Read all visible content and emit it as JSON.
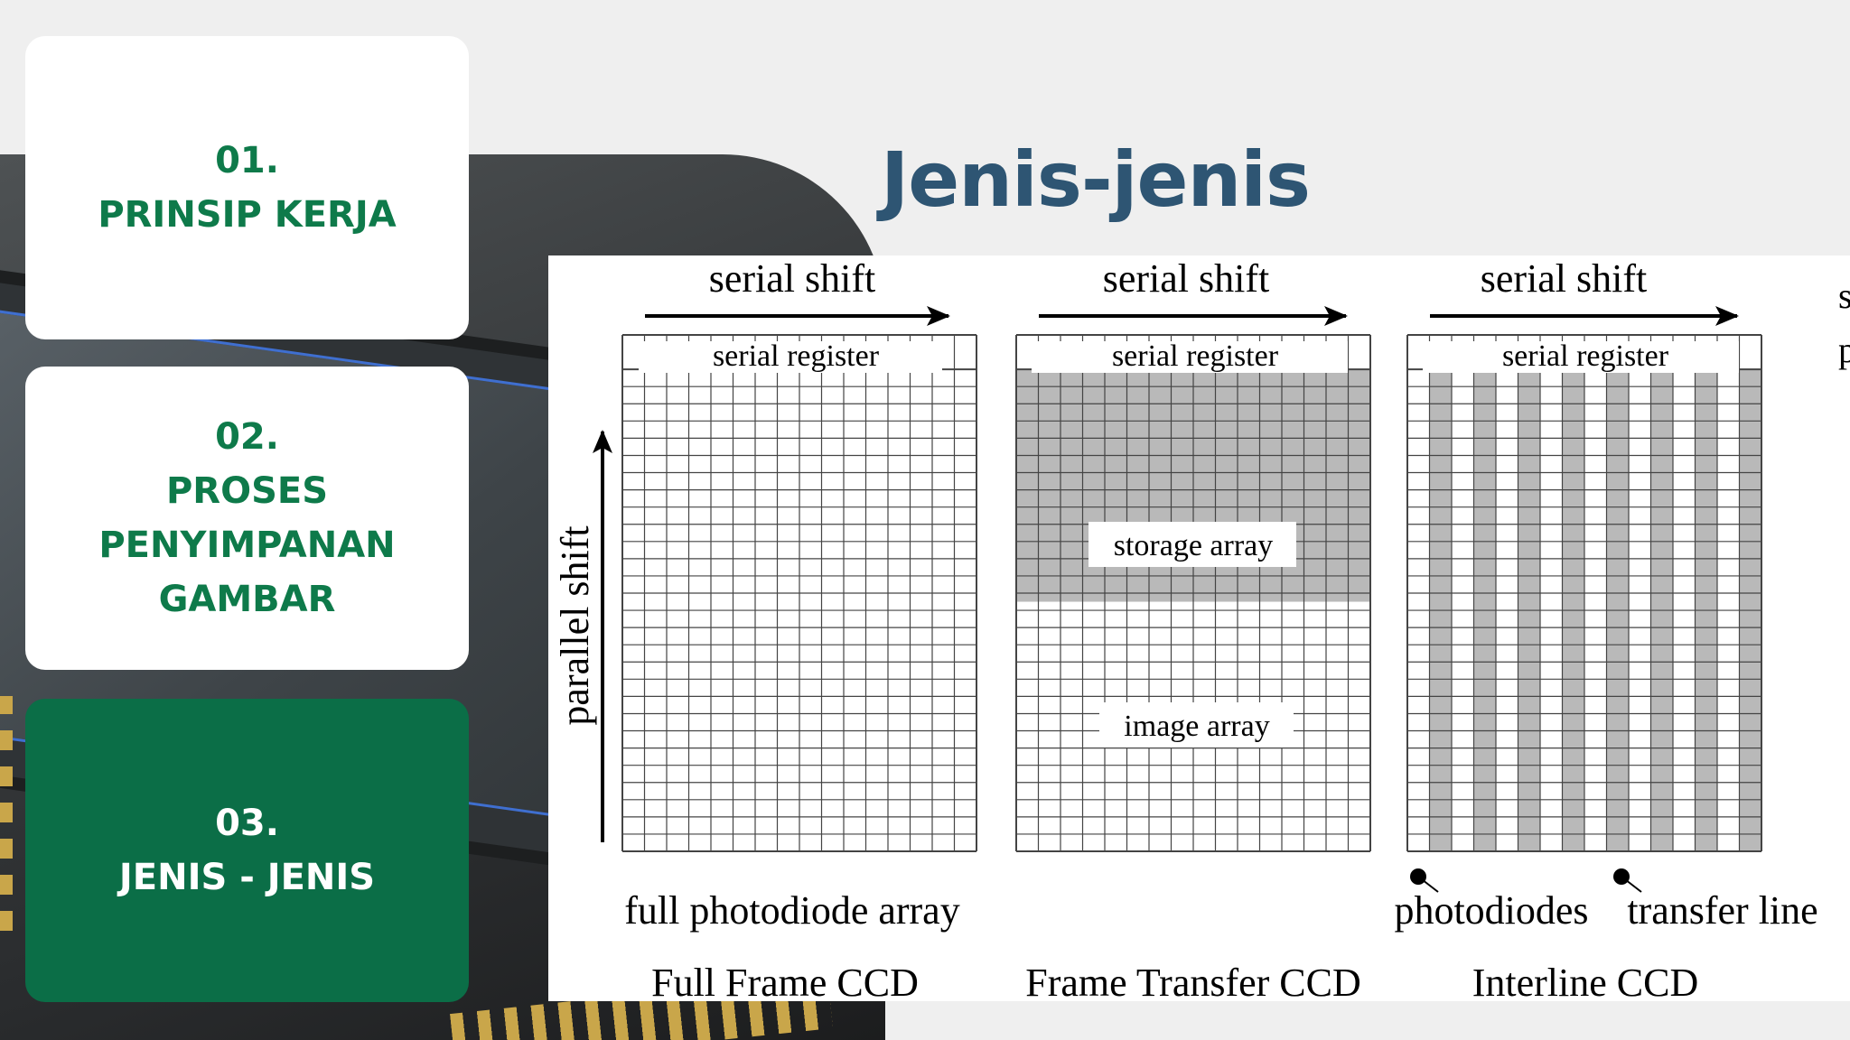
{
  "nav": {
    "items": [
      {
        "number": "01.",
        "lines": [
          "PRINSIP KERJA"
        ],
        "active": false
      },
      {
        "number": "02.",
        "lines": [
          "PROSES",
          "PENYIMPANAN",
          "GAMBAR"
        ],
        "active": false
      },
      {
        "number": "03.",
        "lines": [
          "JENIS - JENIS"
        ],
        "active": true
      }
    ]
  },
  "title": "Jenis-jenis",
  "diagram": {
    "serial_shift": "serial shift",
    "serial_register": "serial register",
    "parallel_shift": "parallel shift",
    "storage_array": "storage array",
    "image_array": "image array",
    "full_photodiode_array": "full photodiode array",
    "photodiodes": "photodiodes",
    "transfer_line": "transfer line",
    "captions": [
      "Full Frame CCD",
      "Frame Transfer CCD",
      "Interline CCD"
    ],
    "cut_off_text": [
      "s",
      "p"
    ]
  },
  "colors": {
    "nav_text": "#0e7a4a",
    "nav_active_bg": "#0b6e47",
    "title": "#2e5573",
    "grid_shade": "#b9b9b9"
  }
}
